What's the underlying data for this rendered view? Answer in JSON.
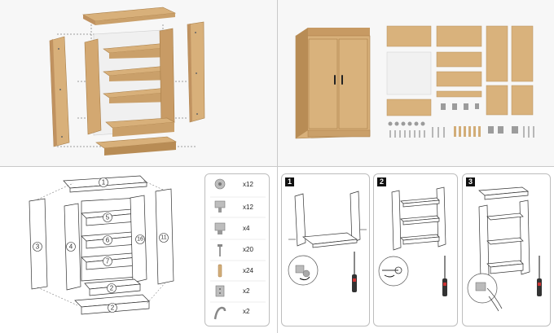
{
  "panels": {
    "exploded_render": {
      "name": "exploded-render-panel"
    },
    "assembled_render": {
      "name": "assembled-cabinet-panel"
    },
    "diagram": {
      "part_numbers": [
        "1",
        "3",
        "4",
        "5",
        "6",
        "7",
        "2",
        "2",
        "16",
        "11"
      ]
    },
    "hardware": {
      "quantities": [
        "x12",
        "x12",
        "x4",
        "x20",
        "x24",
        "x2",
        "x2"
      ]
    },
    "steps": {
      "labels": [
        "1",
        "2",
        "3"
      ]
    }
  },
  "colors": {
    "wood": "#d8b07a",
    "wood_dark": "#b88c55",
    "back_panel": "#f2f2f2",
    "line": "#555555",
    "metal": "#a8a8a8"
  }
}
